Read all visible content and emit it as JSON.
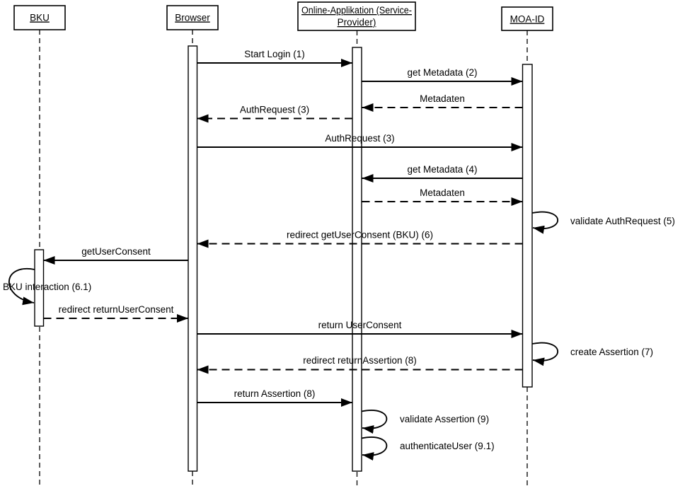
{
  "diagram": {
    "type": "uml-sequence-diagram",
    "colors": {
      "line": "#000000",
      "background": "#ffffff"
    },
    "participants": [
      {
        "id": "bku",
        "name": "BKU"
      },
      {
        "id": "browser",
        "name": "Browser"
      },
      {
        "id": "service_provider",
        "name_line1": "Online-Applikation (Service-",
        "name_line2": "Provider)"
      },
      {
        "id": "moa_id",
        "name": "MOA-ID"
      }
    ],
    "messages": [
      {
        "label": "Start Login (1)",
        "from": "Browser",
        "to": "Online-Applikation (Service-Provider)",
        "style": "solid"
      },
      {
        "label": "get Metadata (2)",
        "from": "Online-Applikation (Service-Provider)",
        "to": "MOA-ID",
        "style": "solid"
      },
      {
        "label": "Metadaten",
        "from": "MOA-ID",
        "to": "Online-Applikation (Service-Provider)",
        "style": "dashed"
      },
      {
        "label": "AuthRequest (3)",
        "from": "Online-Applikation (Service-Provider)",
        "to": "Browser",
        "style": "dashed"
      },
      {
        "label": "AuthRequest (3)",
        "from": "Browser",
        "to": "MOA-ID",
        "style": "solid"
      },
      {
        "label": "get Metadata (4)",
        "from": "MOA-ID",
        "to": "Online-Applikation (Service-Provider)",
        "style": "solid"
      },
      {
        "label": "Metadaten",
        "from": "Online-Applikation (Service-Provider)",
        "to": "MOA-ID",
        "style": "dashed"
      },
      {
        "label": "validate AuthRequest (5)",
        "from": "MOA-ID",
        "to": "MOA-ID",
        "style": "self"
      },
      {
        "label": "redirect getUserConsent (BKU) (6)",
        "from": "MOA-ID",
        "to": "Browser",
        "style": "dashed"
      },
      {
        "label": "getUserConsent",
        "from": "Browser",
        "to": "BKU",
        "style": "solid"
      },
      {
        "label": "BKU interaction (6.1)",
        "from": "BKU",
        "to": "BKU",
        "style": "self"
      },
      {
        "label": "redirect returnUserConsent",
        "from": "BKU",
        "to": "Browser",
        "style": "dashed"
      },
      {
        "label": "return UserConsent",
        "from": "Browser",
        "to": "MOA-ID",
        "style": "solid"
      },
      {
        "label": "create Assertion (7)",
        "from": "MOA-ID",
        "to": "MOA-ID",
        "style": "self"
      },
      {
        "label": "redirect returnAssertion (8)",
        "from": "MOA-ID",
        "to": "Browser",
        "style": "dashed"
      },
      {
        "label": "return Assertion (8)",
        "from": "Browser",
        "to": "Online-Applikation (Service-Provider)",
        "style": "solid"
      },
      {
        "label": "validate Assertion (9)",
        "from": "Online-Applikation (Service-Provider)",
        "to": "Online-Applikation (Service-Provider)",
        "style": "self"
      },
      {
        "label": "authenticateUser (9.1)",
        "from": "Online-Applikation (Service-Provider)",
        "to": "Online-Applikation (Service-Provider)",
        "style": "self"
      }
    ]
  }
}
